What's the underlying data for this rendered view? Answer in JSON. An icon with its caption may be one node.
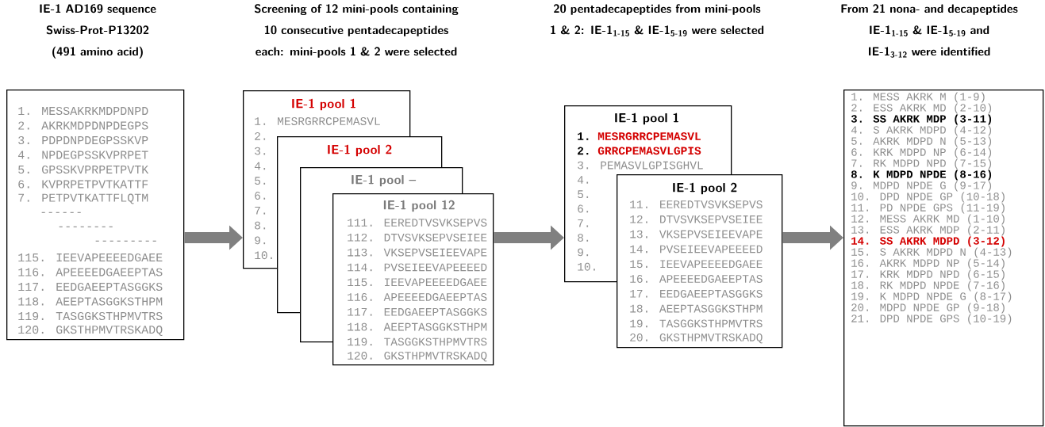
{
  "diagram": {
    "nodes": [
      {
        "text": [
          "1. MESSAKRKMDPDNPD",
          "2. AKRKMDPDNPDEGPS",
          "3. PDPDNPDEGPSSKVP",
          "4. NPDEGPSSKVPRPET",
          "5. GPSSKVPRPETPVTK",
          "6. KVPRPETPVTKATTF",
          "7. PETPVTKATTFLQTM",
          "------",
          "--------",
          "---------",
          "115. IEEVAPEEEEDGAEE",
          "116. APEEEEDGAEEPTAS",
          "117. EEDGAEEPTASGGKS",
          "118. AEEPTASGGKSTHPM",
          "119. TASGGKSTHPMVTRS",
          "120. GKSTHPMVTRSKADQ"
        ]
      },
      {
        "text": [
          "IE-1 pool 1",
          "1. MESRGRRCPEMASVL",
          "2.",
          "3.",
          "4.",
          "5.",
          "6.",
          "7.",
          "8.",
          "9.",
          "10."
        ]
      },
      {
        "text": [
          "IE-1 pool 2"
        ]
      },
      {
        "text": [
          "IE-1 pool –"
        ]
      },
      {
        "text": [
          "IE-1 pool 12",
          "111. EEREDTVSVKSEPVS",
          "112. DTVSVKSEPVSEIEE",
          "113. VKSEPVSEIEEVAPE",
          "114. PVSEIEEVAPEEEED",
          "115. IEEVAPEEEEDGAEE",
          "116. APEEEEDGAEEPTAS",
          "117. EEDGAEEPTASGGKS",
          "118. AEEPTASGGKSTHPM",
          "119. TASGGKSTHPMVTRS",
          "120. GKSTHPMVTRSKADQ"
        ]
      },
      {
        "text": [
          "IE-1 pool 1",
          "1.",
          "MESRGRRCPEMASVL",
          "2.",
          "GRRCPEMASVLGPIS",
          "3. PEMASVLGPISGHVL",
          "4.",
          "5.",
          "6.",
          "7.",
          "8.",
          "9.",
          "10."
        ]
      },
      {
        "text": [
          "IE-1 pool 2",
          "11. EEREDTVSVKSEPVS",
          "12. DTVSVKSEPVSEIEE",
          "13. VKSEPVSEIEEVAPE",
          "14. PVSEIEEVAPEEEED",
          "15. IEEVAPEEEEDGAEE",
          "16. APEEEEDGAEEPTAS",
          "17. EEDGAEEPTASGGKS",
          "18. AEEPTASGGKSTHPM",
          "19. TASGGKSTHPMVTRS",
          "20. GKSTHPMVTRSKADQ"
        ]
      },
      {
        "text": [
          "1. MESS AKRK M (1-9)",
          "2. ESS AKRK MD (2-10)",
          "3. SS AKRK MDP (3-11)",
          "4. S AKRK MDPD (4-12)",
          "5. AKRK MDPD N (5-13)",
          "6. KRK MDPD NP (6-14)",
          "7. RK MDPD NPD (7-15)",
          "8. K MDPD NPDE (8-16)",
          "9. MDPD NPDE G (9-17)",
          "10. DPD NPDE GP (10-18)",
          "11. PD NPDE GPS (11-19)",
          "12. MESS AKRK MD (1-10)",
          "13. ESS AKRK MDP (2-11)",
          "14. SS AKRK MDPD (3-12)",
          "15. S AKRK MDPD N (4-13)",
          "16. AKRK MDPD NP (5-14)",
          "17. KRK MDPD NPD (6-15)",
          "18. RK MDPD NPDE (7-16)",
          "19. K MDPD NPDE G (8-17)",
          "20. MDPD NPDE GP (9-18)",
          "21. DPD NPDE GPS (10-19)"
        ]
      }
    ],
    "edges": [
      {
        "from": 0,
        "to": 1,
        "arrow": "to"
      },
      {
        "from": 4,
        "to": 5,
        "arrow": "to"
      },
      {
        "from": 6,
        "to": 7,
        "arrow": "to"
      }
    ],
    "labels": [
      "IE-1 AD169 sequence Swiss-Prot-P13202 (491 amino acid)",
      "Screening of 12 mini-pools containing 10 consecutive pentadecapeptides each: mini-pools 1 & 2 were selected",
      "20 pentadecapeptides from mini-pools 1 & 2: IE-1$_{1-15}$ & IE-1$_{5-19}$ were selected",
      "From 21 nona- and decapeptides IE-1$_{1-15}$ & IE-1$_{5-19}$ and IE-1$_{3-12}$ were identified"
    ]
  }
}
